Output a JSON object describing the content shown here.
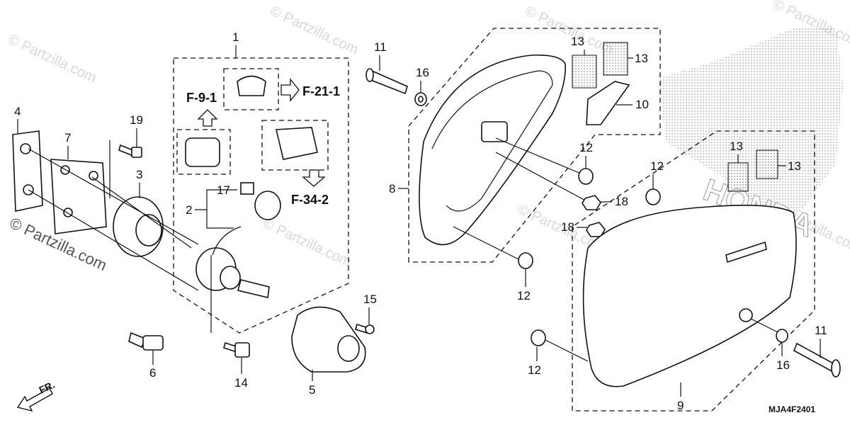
{
  "watermark": {
    "copyright": "© Partzilla.com",
    "corner": "© Partzilla.com"
  },
  "callouts": {
    "c1": "1",
    "c2": "2",
    "c3": "3",
    "c4": "4",
    "c5": "5",
    "c6": "6",
    "c7": "7",
    "c8": "8",
    "c9": "9",
    "c10": "10",
    "c11a": "11",
    "c11b": "11",
    "c12a": "12",
    "c12b": "12",
    "c12c": "12",
    "c12d": "12",
    "c13a": "13",
    "c13b": "13",
    "c13c": "13",
    "c13d": "13",
    "c14": "14",
    "c15": "15",
    "c16a": "16",
    "c16b": "16",
    "c17": "17",
    "c18a": "18",
    "c18b": "18",
    "c19": "19"
  },
  "references": {
    "f91": "F-9-1",
    "f211": "F-21-1",
    "f342": "F-34-2"
  },
  "direction_label": "FR.",
  "diagram_code": "MJA4F2401",
  "emblem_text": "HONDA"
}
